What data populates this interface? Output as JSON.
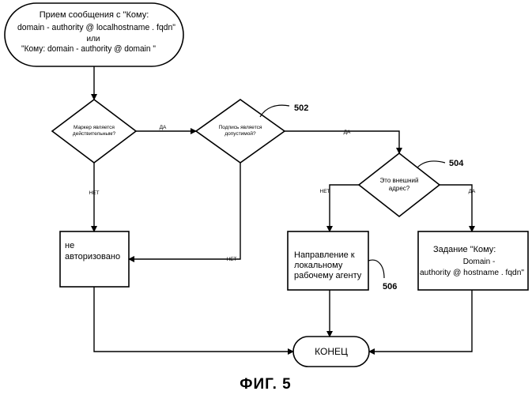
{
  "start": {
    "lines": [
      "Прием сообщения с \"Кому:",
      "domain - authority @ localhostname . fqdn\"",
      "или",
      "\"Кому: domain - authority @ domain \""
    ]
  },
  "decision_token": {
    "lines": [
      "Маркер является",
      "действительным?"
    ]
  },
  "decision_signature": {
    "lines": [
      "Подпись является",
      "допустимой?"
    ]
  },
  "decision_external": {
    "lines": [
      "Это внешний",
      "адрес?"
    ]
  },
  "box_unauthorized": {
    "lines": [
      "не",
      "авторизовано"
    ]
  },
  "box_local": {
    "lines": [
      "Направление к",
      "локальному",
      "рабочему агенту"
    ]
  },
  "box_set_to": {
    "lines": [
      "Задание \"Кому:",
      "Domain -",
      "authority @ hostname . fqdn\""
    ]
  },
  "end": {
    "label": "КОНЕЦ"
  },
  "edges": {
    "token_yes": "ДА",
    "token_no": "НЕТ",
    "signature_yes": "ДА",
    "signature_no": "НЕТ",
    "external_no": "НЕТ",
    "external_yes": "ДА"
  },
  "refs": {
    "r502": "502",
    "r504": "504",
    "r506": "506"
  },
  "caption": "ФИГ. 5"
}
